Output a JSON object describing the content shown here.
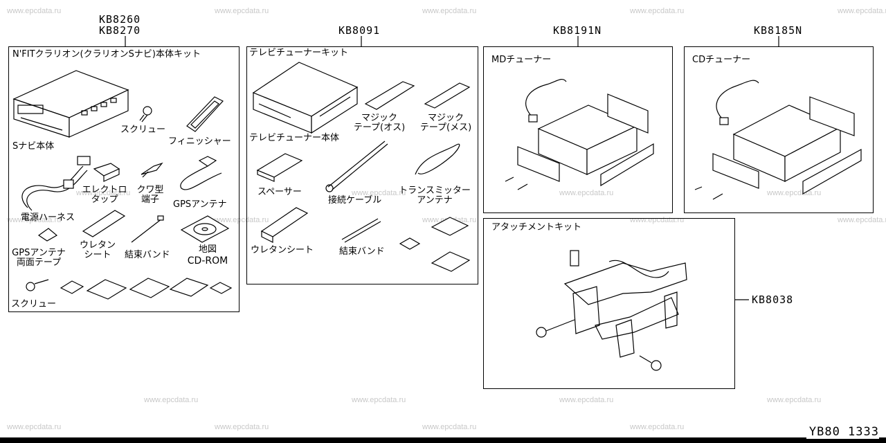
{
  "watermark": "www.epcdata.ru",
  "page_code": "YB80 1333",
  "kits": {
    "navi": {
      "codes": [
        "KB8260",
        "KB8270"
      ],
      "title": "N'FITクラリオン(クラリオンSナビ)本体キット",
      "parts": {
        "s_navi": "Sナビ本体",
        "screw1": "スクリュー",
        "finisher": "フィニッシャー",
        "harness": "電源ハーネス",
        "electro_tap": [
          "エレクトロ",
          "タップ"
        ],
        "kuwa": [
          "クワ型",
          "端子"
        ],
        "gps_antenna": "GPSアンテナ",
        "gps_tape": [
          "GPSアンテナ",
          "両面テープ"
        ],
        "urethane": [
          "ウレタン",
          "シート"
        ],
        "band": "結束バンド",
        "cdrom": [
          "地図",
          "CD-ROM"
        ],
        "screw2": "スクリュー"
      }
    },
    "tv": {
      "code": "KB8091",
      "title": "テレビチューナーキット",
      "parts": {
        "tv_body": "テレビチューナー本体",
        "magic_male": [
          "マジック",
          "テープ(オス)"
        ],
        "magic_female": [
          "マジック",
          "テープ(メス)"
        ],
        "spacer": "スペーサー",
        "cable": "接続ケーブル",
        "transmitter": [
          "トランスミッター",
          "アンテナ"
        ],
        "urethane": "ウレタンシート",
        "band": "結束バンド"
      }
    },
    "md": {
      "code": "KB8191N",
      "title": "MDチューナー"
    },
    "cd": {
      "code": "KB8185N",
      "title": "CDチューナー"
    },
    "attach": {
      "code": "KB8038",
      "title": "アタッチメントキット"
    }
  }
}
